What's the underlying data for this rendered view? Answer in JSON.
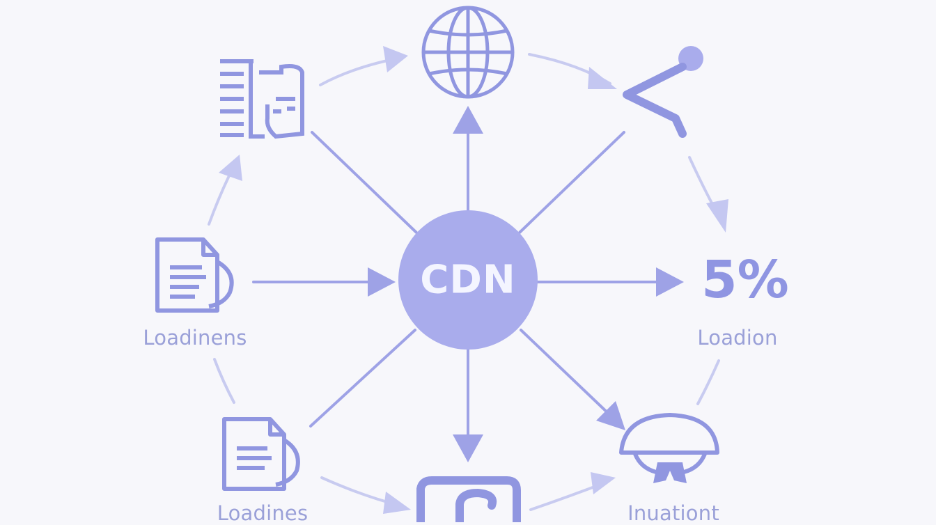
{
  "colors": {
    "background": "#f7f7fb",
    "accent": "#a9acec",
    "node": "#9096e0",
    "ring": "#c6c8ef",
    "label": "#9aa0d8"
  },
  "center": {
    "label": "CDN"
  },
  "nodes": {
    "globe": {
      "icon": "globe-icon"
    },
    "server": {
      "icon": "server-rack-icon"
    },
    "connector": {
      "icon": "connector-pin-icon"
    },
    "percent": {
      "value": "5%"
    },
    "doc_left": {
      "icon": "document-icon",
      "label": "Loadinens"
    },
    "doc_bottom": {
      "icon": "document-icon",
      "label": "Loadines"
    },
    "swirl": {
      "icon": "swirl-box-icon"
    },
    "percent_label": {
      "label": "Loadion"
    },
    "dome": {
      "icon": "dome-icon",
      "label": "Inuationt"
    }
  }
}
